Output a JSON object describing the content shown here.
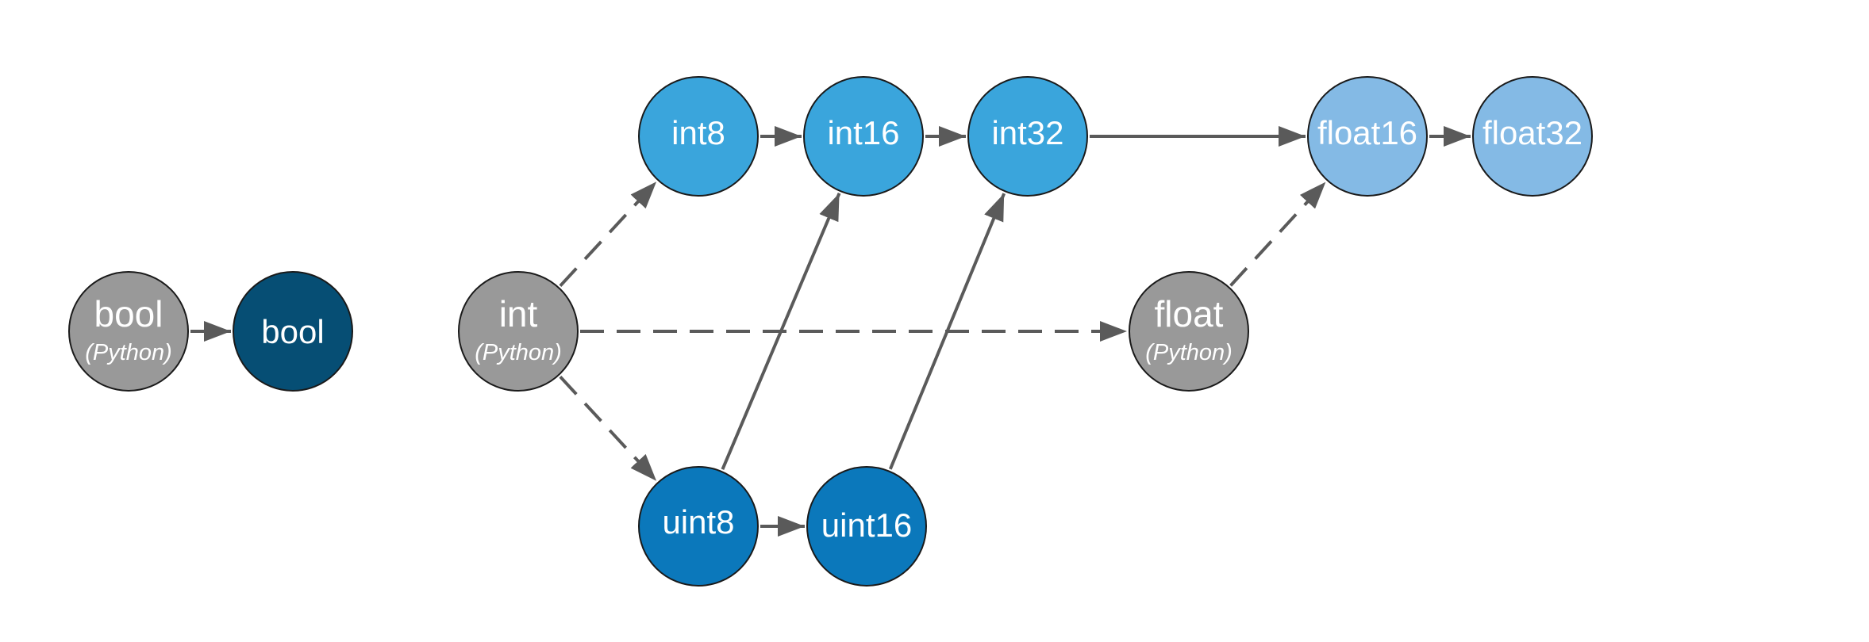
{
  "colors": {
    "python": "#999999",
    "bool": "#064e74",
    "signed_int": "#3aa5dc",
    "unsigned_int": "#0b78bb",
    "float": "#84bae5",
    "edge": "#5a5a5a",
    "outline": "#1a1a1a",
    "text": "#ffffff"
  },
  "nodes": {
    "bool_py": {
      "label": "bool",
      "sublabel": "(Python)"
    },
    "bool": {
      "label": "bool"
    },
    "int_py": {
      "label": "int",
      "sublabel": "(Python)"
    },
    "int8": {
      "label": "int8"
    },
    "int16": {
      "label": "int16"
    },
    "int32": {
      "label": "int32"
    },
    "uint8": {
      "label": "uint8"
    },
    "uint16": {
      "label": "uint16"
    },
    "float_py": {
      "label": "float",
      "sublabel": "(Python)"
    },
    "float16": {
      "label": "float16"
    },
    "float32": {
      "label": "float32"
    }
  },
  "edges": [
    {
      "from": "bool_py",
      "to": "bool",
      "style": "solid"
    },
    {
      "from": "int_py",
      "to": "int8",
      "style": "dashed"
    },
    {
      "from": "int_py",
      "to": "uint8",
      "style": "dashed"
    },
    {
      "from": "int_py",
      "to": "float_py",
      "style": "dashed"
    },
    {
      "from": "int8",
      "to": "int16",
      "style": "solid"
    },
    {
      "from": "int16",
      "to": "int32",
      "style": "solid"
    },
    {
      "from": "int32",
      "to": "float16",
      "style": "solid"
    },
    {
      "from": "uint8",
      "to": "int16",
      "style": "solid"
    },
    {
      "from": "uint8",
      "to": "uint16",
      "style": "solid"
    },
    {
      "from": "uint16",
      "to": "int32",
      "style": "solid"
    },
    {
      "from": "float_py",
      "to": "float16",
      "style": "dashed"
    },
    {
      "from": "float16",
      "to": "float32",
      "style": "solid"
    }
  ]
}
